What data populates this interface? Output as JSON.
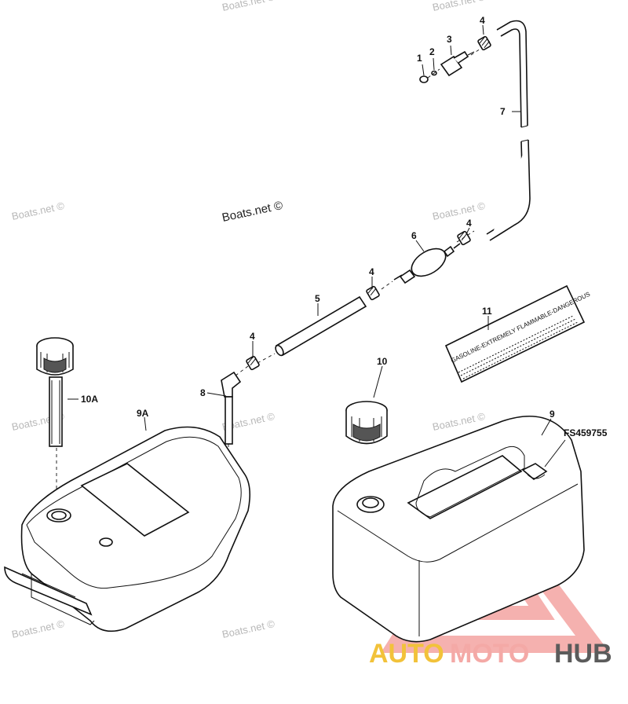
{
  "callouts": {
    "c1": "1",
    "c2": "2",
    "c3": "3",
    "c4a": "4",
    "c7": "7",
    "c4b": "4",
    "c6": "6",
    "c4c": "4",
    "c5": "5",
    "c11": "11",
    "c4d": "4",
    "c10": "10",
    "c10a": "10A",
    "c8": "8",
    "c9a": "9A",
    "c9": "9",
    "fs": "FS459755"
  },
  "label_text": "GASOLINE-EXTREMELY FLAMMABLE-DANGEROUS",
  "watermarks": {
    "boats_main": "Boats.net ©",
    "boats": "Boats.net ©"
  },
  "brand": {
    "part1": "AUTO",
    "part2": "MOTO",
    "part3": "HUB",
    "accent_color": "#f4a9a6",
    "text_color_1": "#f2c23a",
    "text_color_2": "#f4a9a6",
    "text_color_3": "#5b5b5b"
  }
}
